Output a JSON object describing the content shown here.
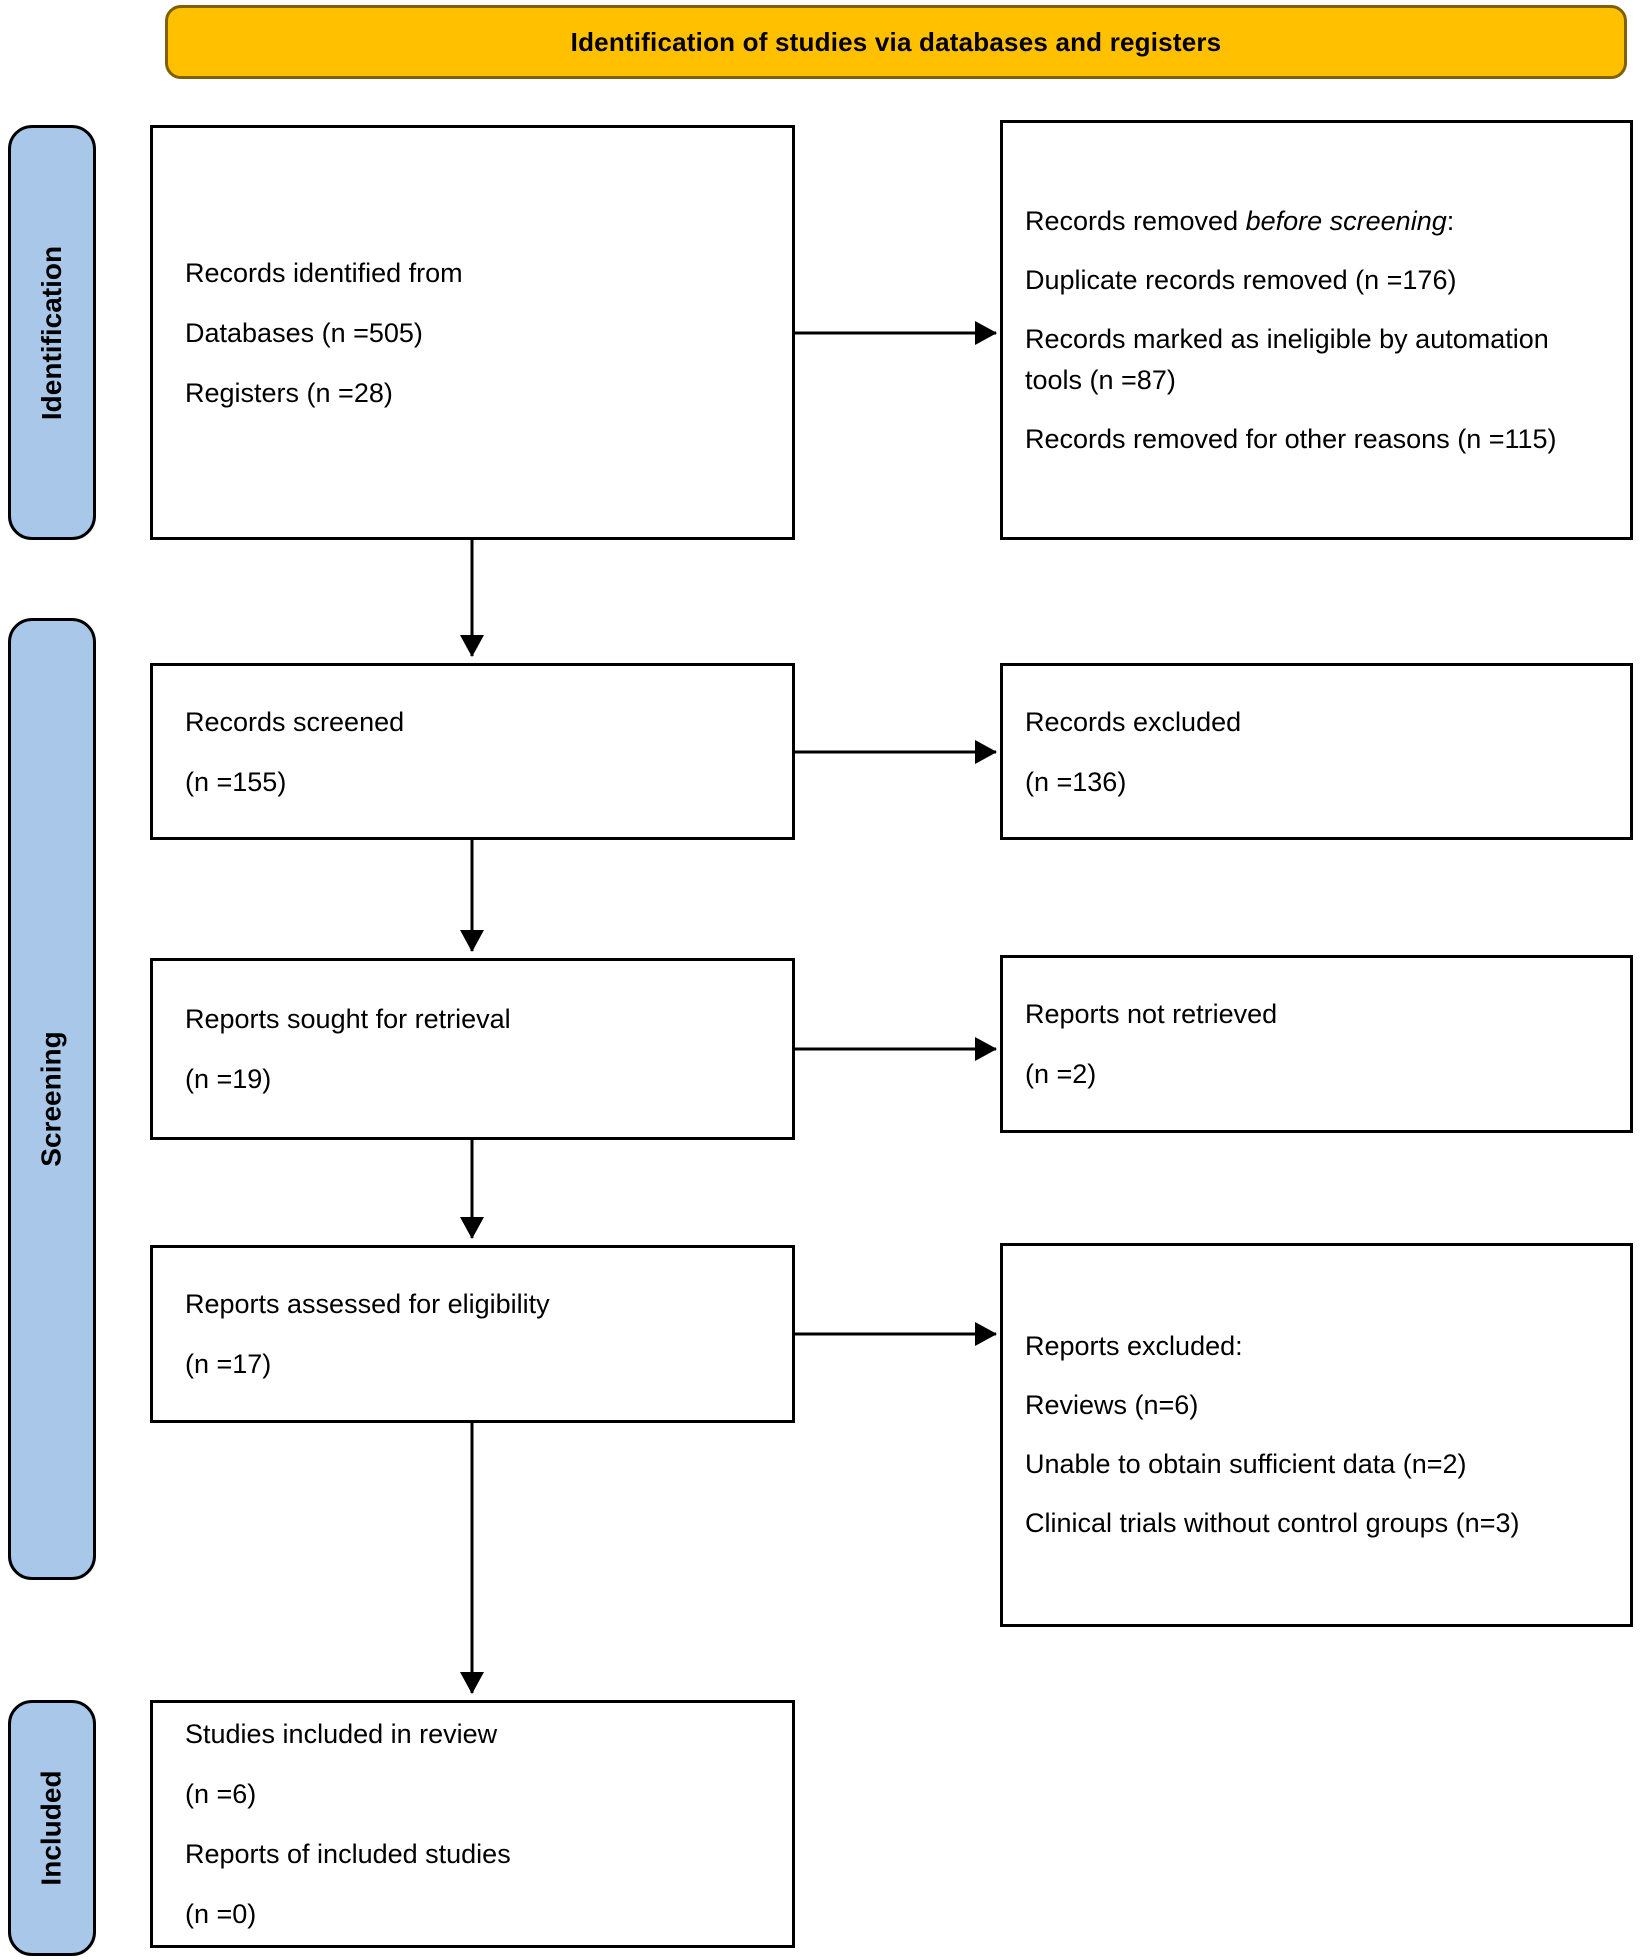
{
  "banner": {
    "title": "Identification of studies via databases and registers"
  },
  "stage_labels": {
    "identification": "Identification",
    "screening": "Screening",
    "included": "Included"
  },
  "colors": {
    "banner_bg": "#FFC000",
    "banner_border": "#7F6000",
    "stage_bg": "#A9C7E8",
    "box_border": "#000000",
    "arrow": "#000000"
  },
  "boxes": {
    "records_identified": {
      "lines": [
        "Records identified from",
        "Databases (n =505)",
        "Registers (n =28)"
      ]
    },
    "records_removed": {
      "title_prefix": "Records removed ",
      "title_italic": "before screening",
      "title_suffix": ":",
      "items": [
        "Duplicate records removed (n =176)",
        "Records marked as ineligible by automation tools (n =87)",
        "Records removed for other reasons (n =115)"
      ]
    },
    "records_screened": {
      "lines": [
        "Records screened",
        "(n =155)"
      ]
    },
    "records_excluded": {
      "lines": [
        "Records excluded",
        "(n =136)"
      ]
    },
    "reports_sought": {
      "lines": [
        "Reports sought for retrieval",
        "(n =19)"
      ]
    },
    "reports_not_retrieved": {
      "lines": [
        "Reports not retrieved",
        "(n =2)"
      ]
    },
    "reports_assessed": {
      "lines": [
        "Reports assessed for eligibility",
        "(n =17)"
      ]
    },
    "reports_excluded": {
      "title": "Reports excluded:",
      "items": [
        "Reviews (n=6)",
        "Unable to obtain sufficient data (n=2)",
        "Clinical trials without control groups (n=3)"
      ]
    },
    "studies_included": {
      "lines": [
        "Studies included in review",
        "(n =6)",
        "Reports of included studies",
        "(n =0)"
      ]
    }
  }
}
